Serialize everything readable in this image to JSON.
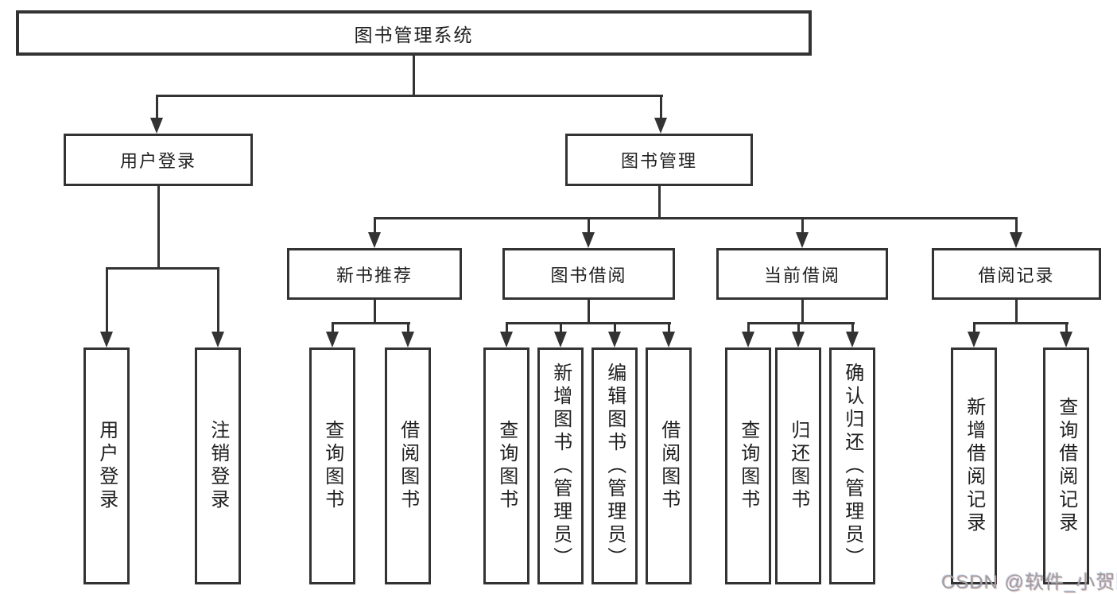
{
  "colors": {
    "line": "#333333",
    "text": "#1f1f1f",
    "background": "#ffffff",
    "watermark": "#9e9e9e"
  },
  "watermark": {
    "text": "CSDN @软件_小贺同学"
  },
  "tree": {
    "root": {
      "label": "图书管理系统",
      "children": [
        {
          "label": "用户登录",
          "children": [
            {
              "label": "用户登录"
            },
            {
              "label": "注销登录"
            }
          ]
        },
        {
          "label": "图书管理",
          "children": [
            {
              "label": "新书推荐",
              "children": [
                {
                  "label": "查询图书"
                },
                {
                  "label": "借阅图书"
                }
              ]
            },
            {
              "label": "图书借阅",
              "children": [
                {
                  "label": "查询图书"
                },
                {
                  "label": "新增图书（管理员）"
                },
                {
                  "label": "编辑图书（管理员）"
                },
                {
                  "label": "借阅图书"
                }
              ]
            },
            {
              "label": "当前借阅",
              "children": [
                {
                  "label": "查询图书"
                },
                {
                  "label": "归还图书"
                },
                {
                  "label": "确认归还（管理员）"
                }
              ]
            },
            {
              "label": "借阅记录",
              "children": [
                {
                  "label": "新增借阅记录"
                },
                {
                  "label": "查询借阅记录"
                }
              ]
            }
          ]
        }
      ]
    }
  }
}
